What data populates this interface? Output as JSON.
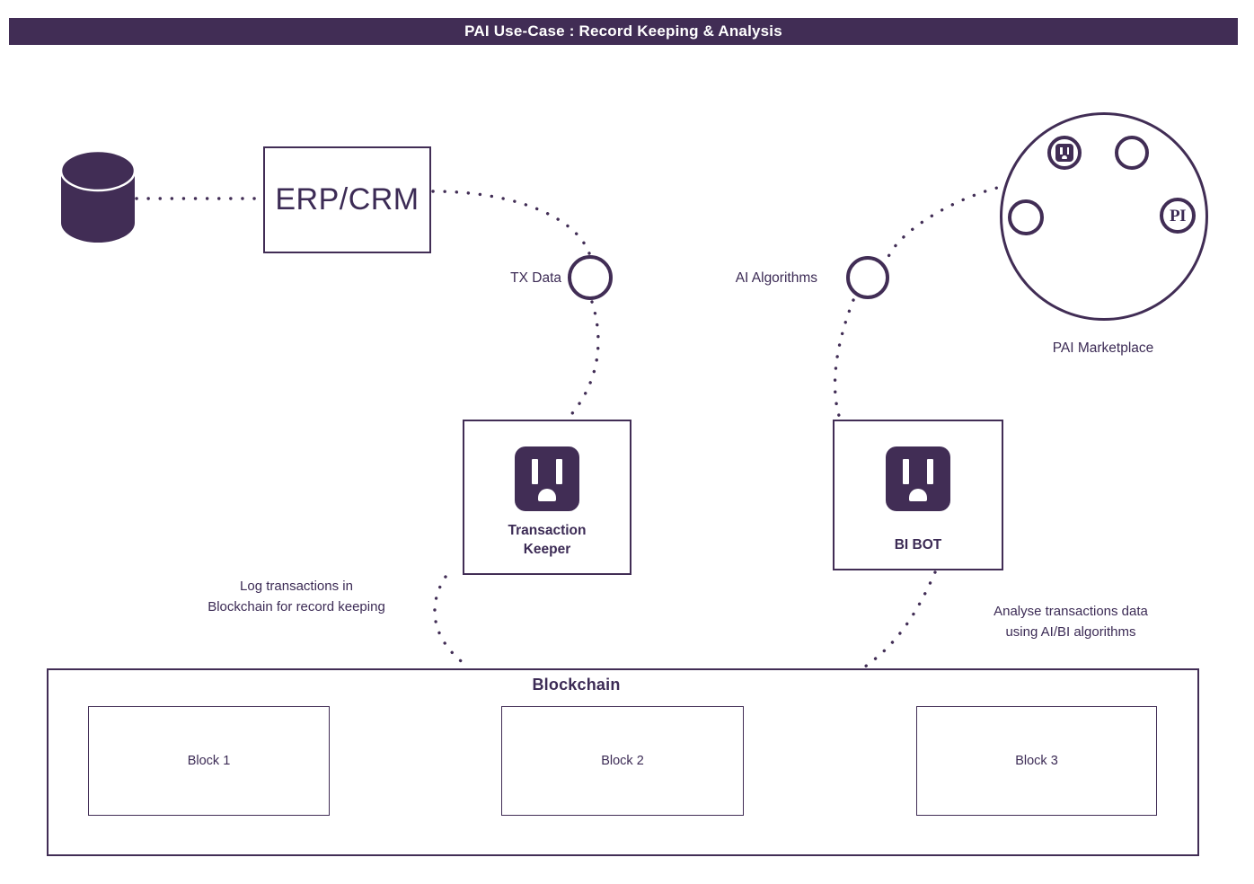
{
  "header": {
    "title": "PAI Use-Case : Record Keeping & Analysis",
    "bar_color": "#412d55",
    "text_color": "#ffffff"
  },
  "theme": {
    "accent": "#412d55",
    "background": "#ffffff"
  },
  "nodes": {
    "database": {
      "name": "database-cylinder",
      "label": ""
    },
    "erp": {
      "label": "ERP/CRM"
    },
    "tx_data": {
      "label": "TX Data",
      "icon": "shopping-basket-icon"
    },
    "ai_algorithms": {
      "label": "AI Algorithms",
      "icon": "dna-helix-icon"
    },
    "transaction_keeper": {
      "label_line1": "Transaction",
      "label_line2": "Keeper",
      "icon": "power-outlet-icon"
    },
    "bi_bot": {
      "label": "BI BOT",
      "icon": "power-outlet-icon"
    },
    "marketplace": {
      "label": "PAI Marketplace",
      "center_icon": "shopping-cart-icon",
      "icons": [
        {
          "name": "power-outlet-icon",
          "text": ""
        },
        {
          "name": "dna-helix-icon",
          "text": ""
        },
        {
          "name": "docker-whale-icon",
          "text": ""
        },
        {
          "name": "pi-icon",
          "text": "PI"
        }
      ]
    }
  },
  "annotations": {
    "log_transactions_line1": "Log transactions in",
    "log_transactions_line2": "Blockchain for record keeping",
    "analyse_line1": "Analyse transactions data",
    "analyse_line2": "using AI/BI algorithms"
  },
  "blockchain": {
    "title": "Blockchain",
    "blocks": [
      {
        "label": "Block 1"
      },
      {
        "label": "Block 2"
      },
      {
        "label": "Block 3"
      }
    ]
  }
}
